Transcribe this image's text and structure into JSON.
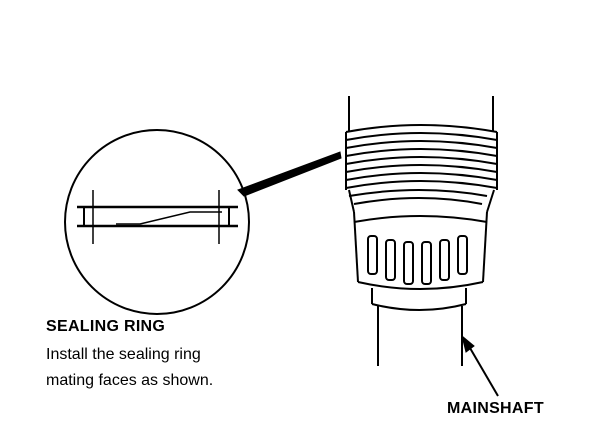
{
  "labels": {
    "sealing_ring": "SEALING RING",
    "instruction_line1": "Install the sealing ring",
    "instruction_line2": "mating faces as shown.",
    "mainshaft": "MAINSHAFT"
  }
}
